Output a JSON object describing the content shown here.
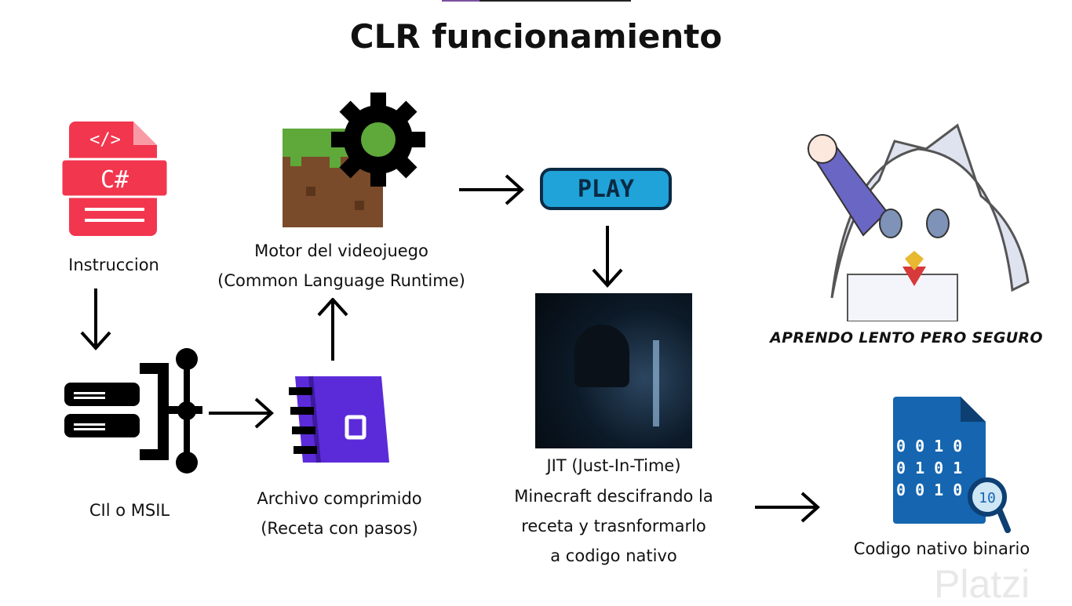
{
  "title": "CLR funcionamiento",
  "nodes": {
    "instruccion": {
      "label": "Instruccion",
      "icon": "csharp-file-icon",
      "icon_text": "C#",
      "color": "#f2364e"
    },
    "cil": {
      "label": "CIl o MSIL",
      "icon": "server-pipeline-icon"
    },
    "archivo": {
      "label1": "Archivo comprimido",
      "label2": "(Receta con pasos)",
      "icon": "compressed-archive-icon",
      "color": "#5b2bd9"
    },
    "motor": {
      "label1": "Motor del videojuego",
      "label2": "(Common Language Runtime)",
      "icon": "minecraft-block-gear-icon"
    },
    "play": {
      "label": "PLAY",
      "icon": "play-button-icon",
      "color": "#1fa3d9"
    },
    "jit": {
      "label1": "JIT (Just-In-Time)",
      "label2": "Minecraft descifrando la",
      "label3": "receta y trasnformarlo",
      "label4": "a codigo nativo",
      "icon": "hacker-photo"
    },
    "codigo": {
      "label": "Codigo nativo binario",
      "icon": "binary-file-search-icon",
      "icon_text": [
        "0 0 1 0",
        "0 1 0 1",
        "0 0 1 0"
      ],
      "color": "#1565b0"
    }
  },
  "mascot": {
    "caption": "APRENDO LENTO PERO SEGURO",
    "icon": "anime-mascot-image"
  },
  "watermark": "Platzi"
}
